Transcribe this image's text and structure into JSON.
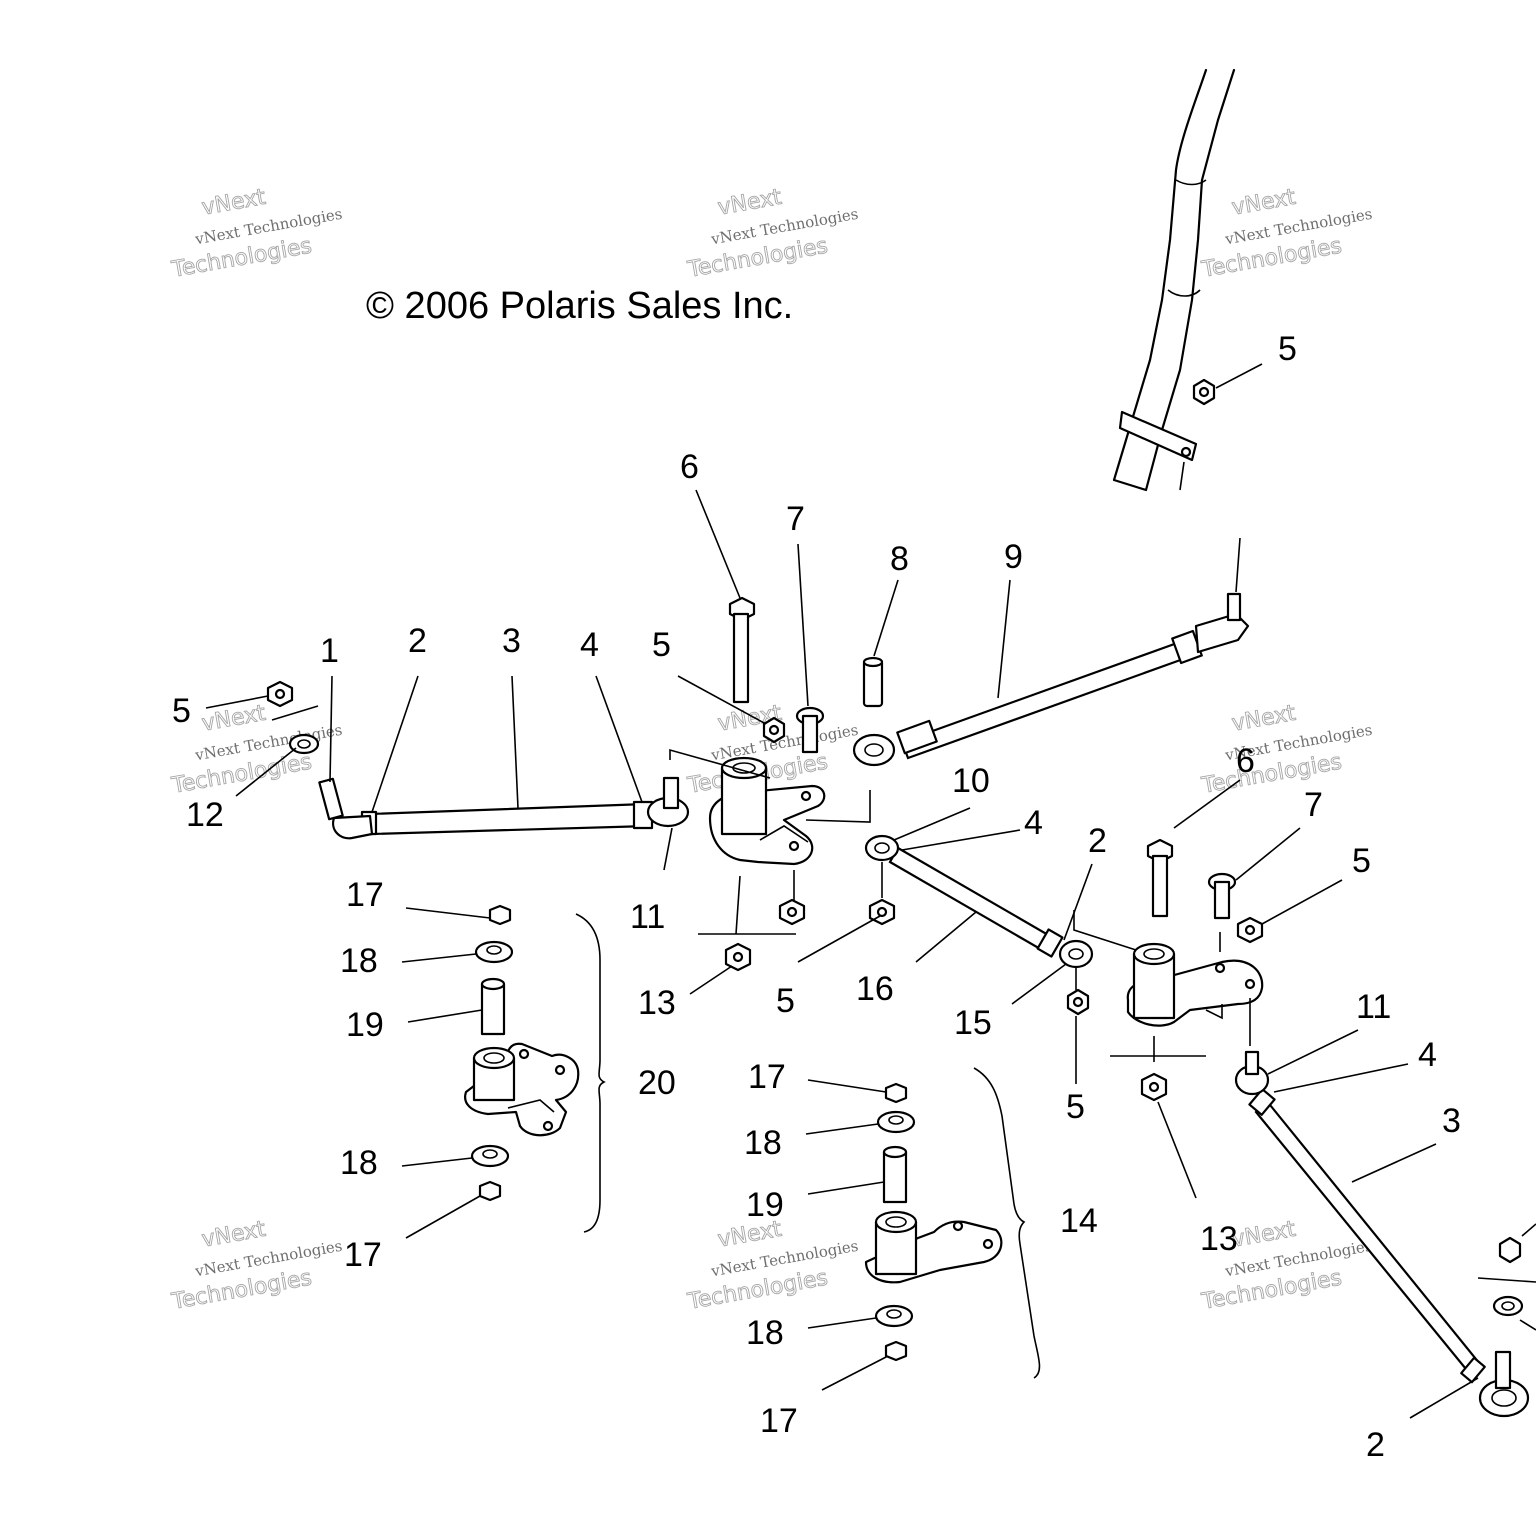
{
  "copyright": "© 2006 Polaris Sales Inc.",
  "watermark": {
    "line1": "vNext",
    "line2": "vNext Technologies",
    "line3": "Technologies"
  },
  "callouts": {
    "c1": "1",
    "c2": "2",
    "c3": "3",
    "c4": "4",
    "c5": "5",
    "c6": "6",
    "c7": "7",
    "c8": "8",
    "c9": "9",
    "c10": "10",
    "c11": "11",
    "c12": "12",
    "c13": "13",
    "c14": "14",
    "c15": "15",
    "c16": "16",
    "c17": "17",
    "c18": "18",
    "c19": "19",
    "c20": "20"
  }
}
